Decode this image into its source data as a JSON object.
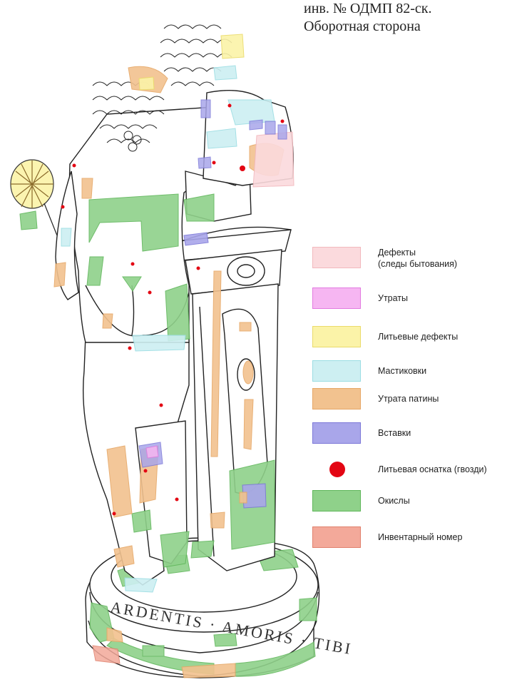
{
  "caption": {
    "line1": "инв. № ОДМП 82-ск.",
    "line2": "Оборотная сторона"
  },
  "base_inscription": "ARDENTIS · AMORIS · TIBI",
  "legend": [
    {
      "label": "Дефекты\n(следы бытования)",
      "fill": "#fbdadd",
      "stroke": "#f2b8bd",
      "icon": "swatch-box"
    },
    {
      "label": "Утраты",
      "fill": "#f6b6f2",
      "stroke": "#e27ae0",
      "icon": "swatch-box"
    },
    {
      "label": "Литьевые дефекты",
      "fill": "#fbf3a8",
      "stroke": "#eadb6a",
      "icon": "swatch-box"
    },
    {
      "label": "Мастиковки",
      "fill": "#cdeff2",
      "stroke": "#9bdde3",
      "icon": "swatch-box"
    },
    {
      "label": "Утрата патины",
      "fill": "#f2c28f",
      "stroke": "#e6a766",
      "icon": "swatch-box"
    },
    {
      "label": "Вставки",
      "fill": "#a9a6ea",
      "stroke": "#7c78d8",
      "icon": "swatch-box"
    },
    {
      "label": "Литьевая оснатка (гвозди)",
      "fill": "#e30613",
      "stroke": "#e30613",
      "icon": "dot"
    },
    {
      "label": "Окислы",
      "fill": "#8fd18a",
      "stroke": "#5fb65a",
      "icon": "swatch-box"
    },
    {
      "label": "Инвентарный номер",
      "fill": "#f3a99a",
      "stroke": "#e0806c",
      "icon": "swatch-box"
    }
  ]
}
